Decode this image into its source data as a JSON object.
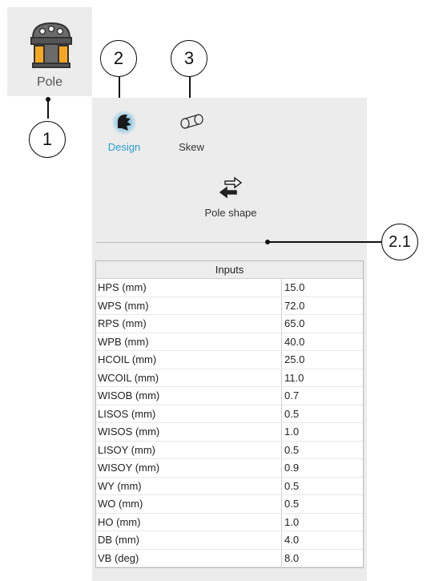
{
  "pole": {
    "label": "Pole"
  },
  "callouts": {
    "c1": "1",
    "c2": "2",
    "c3": "3",
    "c21": "2.1"
  },
  "tabs": [
    {
      "label": "Design",
      "icon": "design-icon",
      "active": true
    },
    {
      "label": "Skew",
      "icon": "skew-icon",
      "active": false
    }
  ],
  "shape_button": {
    "label": "Pole shape",
    "icon": "swap-arrows-icon"
  },
  "inputs": {
    "header": "Inputs",
    "rows": [
      {
        "name": "HPS (mm)",
        "value": "15.0"
      },
      {
        "name": "WPS (mm)",
        "value": "72.0"
      },
      {
        "name": "RPS (mm)",
        "value": "65.0"
      },
      {
        "name": "WPB (mm)",
        "value": "40.0"
      },
      {
        "name": "HCOIL (mm)",
        "value": "25.0"
      },
      {
        "name": "WCOIL (mm)",
        "value": "11.0"
      },
      {
        "name": "WISOB (mm)",
        "value": "0.7"
      },
      {
        "name": "LISOS (mm)",
        "value": "0.5"
      },
      {
        "name": "WISOS (mm)",
        "value": "1.0"
      },
      {
        "name": "LISOY (mm)",
        "value": "0.5"
      },
      {
        "name": "WISOY (mm)",
        "value": "0.9"
      },
      {
        "name": "WY (mm)",
        "value": "0.5"
      },
      {
        "name": "WO (mm)",
        "value": "0.5"
      },
      {
        "name": "HO (mm)",
        "value": "1.0"
      },
      {
        "name": "DB (mm)",
        "value": "4.0"
      },
      {
        "name": "VB (deg)",
        "value": "8.0"
      }
    ]
  },
  "colors": {
    "accent": "#2aa0d8",
    "panel": "#ececec",
    "coil": "#f5a623"
  }
}
